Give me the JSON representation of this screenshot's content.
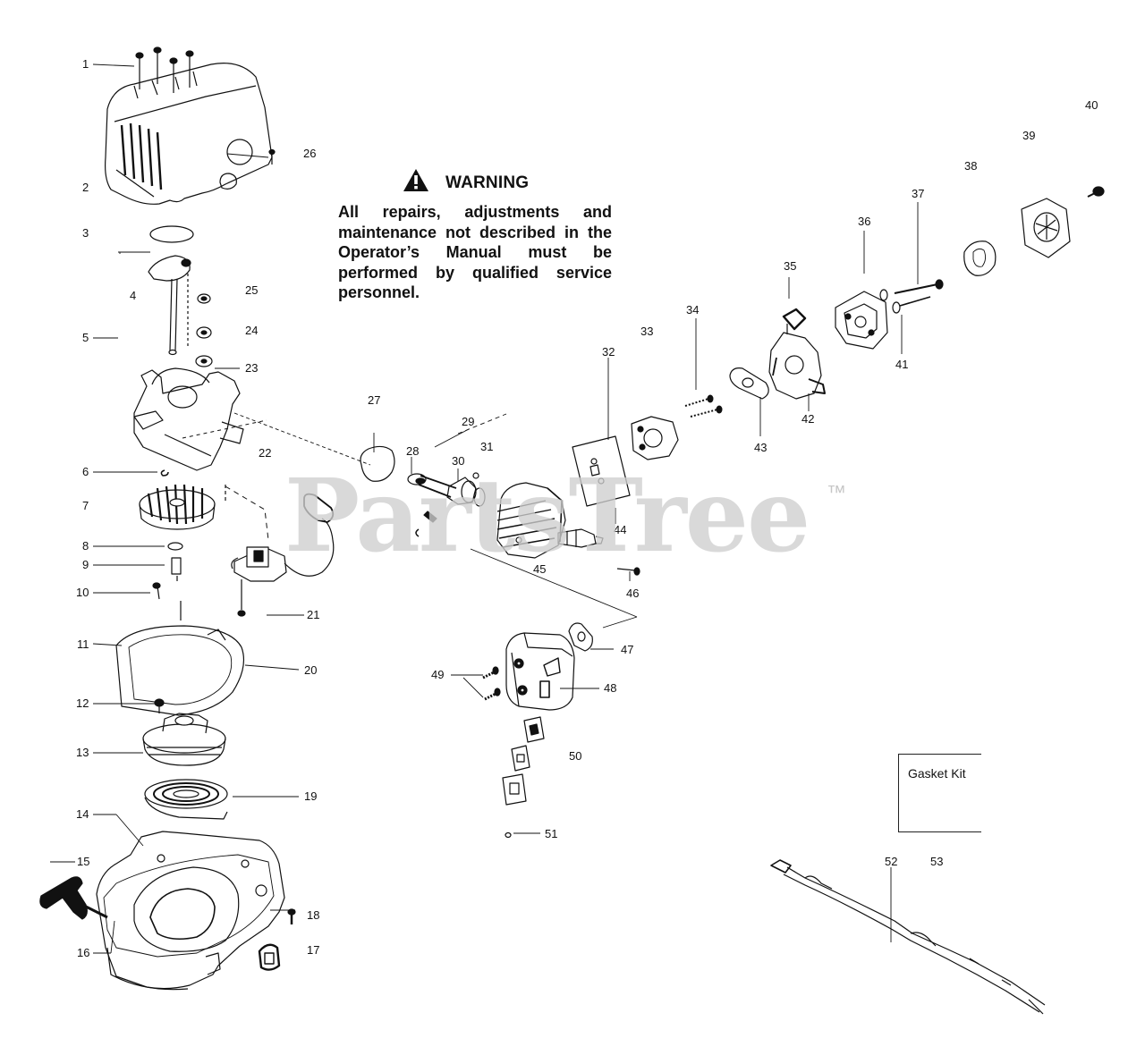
{
  "warning": {
    "title": "WARNING",
    "body": "All repairs, adjustments and maintenance not described in the Operator’s Manual must be performed by qualified service personnel."
  },
  "gasket_kit": {
    "label": "Gasket Kit"
  },
  "watermark": {
    "text": "PartsTree",
    "trademark": "™"
  },
  "callouts": [
    "1",
    "2",
    "3",
    "4",
    "5",
    "6",
    "7",
    "8",
    "9",
    "10",
    "11",
    "12",
    "13",
    "14",
    "15",
    "16",
    "17",
    "18",
    "19",
    "20",
    "21",
    "22",
    "23",
    "24",
    "25",
    "26",
    "27",
    "28",
    "29",
    "30",
    "31",
    "32",
    "33",
    "34",
    "35",
    "36",
    "37",
    "38",
    "39",
    "40",
    "41",
    "42",
    "43",
    "44",
    "45",
    "46",
    "47",
    "48",
    "49",
    "50",
    "51",
    "52",
    "53"
  ]
}
